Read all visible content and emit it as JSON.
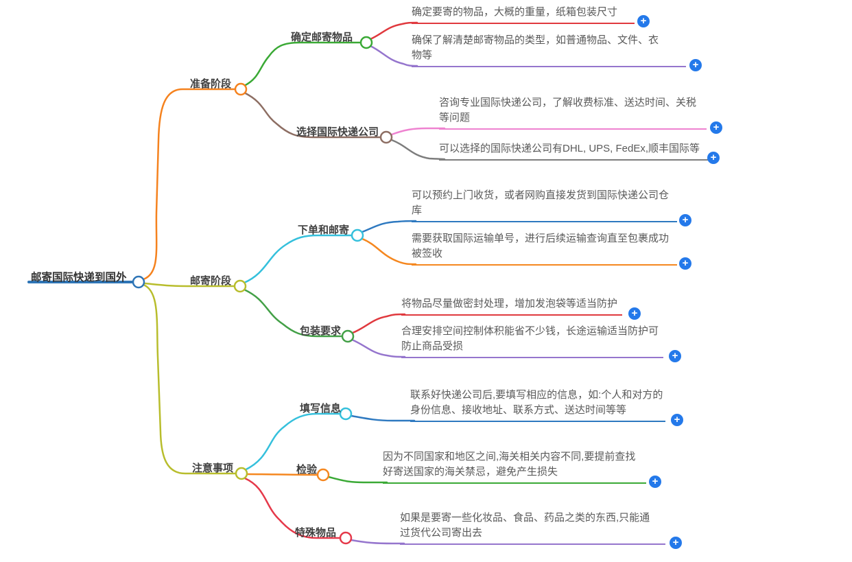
{
  "ui": {
    "add_icon": "+"
  },
  "colors": {
    "root_blue": "#2e75b6",
    "orange": "#f5821e",
    "olive": "#b8bd2c",
    "green": "#3aa935",
    "brown": "#8d6e63",
    "cyan": "#35c0dc",
    "leaf_green": "#43a047",
    "red": "#e0393e",
    "purple": "#9575cd",
    "pink": "#ee82d0",
    "gray": "#7d7d7d",
    "leaf_blue": "#2e79c0",
    "leaf_orange": "#f5871f",
    "add_button_blue": "#2479ea"
  },
  "root": "邮寄国际快递到国外",
  "branches": [
    {
      "label": "准备阶段",
      "children": [
        {
          "label": "确定邮寄物品",
          "leaves": [
            "确定要寄的物品，大概的重量，纸箱包装尺寸",
            "确保了解清楚邮寄物品的类型，如普通物品、文件、衣物等"
          ]
        },
        {
          "label": "选择国际快递公司",
          "leaves": [
            "咨询专业国际快递公司，了解收费标准、送达时间、关税等问题",
            "可以选择的国际快递公司有DHL, UPS, FedEx,顺丰国际等"
          ]
        }
      ]
    },
    {
      "label": "邮寄阶段",
      "children": [
        {
          "label": "下单和邮寄",
          "leaves": [
            "可以预约上门收货，或者网购直接发货到国际快递公司仓库",
            "需要获取国际运输单号，进行后续运输查询直至包裹成功被签收"
          ]
        },
        {
          "label": "包装要求",
          "leaves": [
            "将物品尽量做密封处理，增加发泡袋等适当防护",
            "合理安排空间控制体积能省不少钱，长途运输适当防护可防止商品受损"
          ]
        }
      ]
    },
    {
      "label": "注意事项",
      "children": [
        {
          "label": "填写信息",
          "leaves": [
            "联系好快递公司后,要填写相应的信息，如:个人和对方的身份信息、接收地址、联系方式、送达时间等等"
          ]
        },
        {
          "label": "检验",
          "leaves": [
            "因为不同国家和地区之间,海关相关内容不同,要提前查找好寄送国家的海关禁忌，避免产生损失"
          ]
        },
        {
          "label": "特殊物品",
          "leaves": [
            "如果是要寄一些化妆品、食品、药品之类的东西,只能通过货代公司寄出去"
          ]
        }
      ]
    }
  ]
}
